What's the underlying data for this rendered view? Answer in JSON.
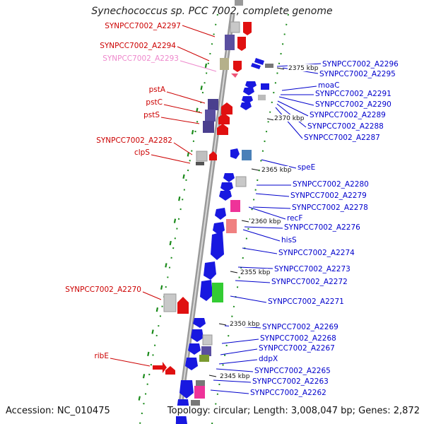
{
  "title": "Synechococcus sp. PCC 7002, complete genome",
  "accession": "Accession: NC_010475",
  "summary": "Topology: circular; Length: 3,008,047 bp; Genes: 2,872",
  "colors": {
    "forward_label": "#cc0000",
    "reverse_label": "#0000cc",
    "faded_label": "#ee88cc",
    "backbone": "#9a9a9a",
    "tick": "#1a8a1a"
  },
  "position_ticks": [
    {
      "label": "2375 kbp",
      "kbp": 2375
    },
    {
      "label": "2370 kbp",
      "kbp": 2370
    },
    {
      "label": "2365 kbp",
      "kbp": 2365
    },
    {
      "label": "2360 kbp",
      "kbp": 2360
    },
    {
      "label": "2355 kbp",
      "kbp": 2355
    },
    {
      "label": "2350 kbp",
      "kbp": 2350
    },
    {
      "label": "2345 kbp",
      "kbp": 2345
    }
  ],
  "forward_labels": [
    {
      "text": "SYNPCC7002_A2297",
      "style": "forward"
    },
    {
      "text": "SYNPCC7002_A2294",
      "style": "forward"
    },
    {
      "text": "SYNPCC7002_A2293",
      "style": "faded"
    },
    {
      "text": "pstA",
      "style": "forward"
    },
    {
      "text": "pstC",
      "style": "forward"
    },
    {
      "text": "pstS",
      "style": "forward"
    },
    {
      "text": "SYNPCC7002_A2282",
      "style": "forward"
    },
    {
      "text": "clpS",
      "style": "forward"
    },
    {
      "text": "SYNPCC7002_A2270",
      "style": "forward"
    },
    {
      "text": "ribE",
      "style": "forward"
    }
  ],
  "reverse_labels": [
    {
      "text": "SYNPCC7002_A2296"
    },
    {
      "text": "SYNPCC7002_A2295"
    },
    {
      "text": "moaC"
    },
    {
      "text": "SYNPCC7002_A2291"
    },
    {
      "text": "SYNPCC7002_A2290"
    },
    {
      "text": "SYNPCC7002_A2289"
    },
    {
      "text": "SYNPCC7002_A2288"
    },
    {
      "text": "SYNPCC7002_A2287"
    },
    {
      "text": "speE"
    },
    {
      "text": "SYNPCC7002_A2280"
    },
    {
      "text": "SYNPCC7002_A2279"
    },
    {
      "text": "SYNPCC7002_A2278"
    },
    {
      "text": "recF"
    },
    {
      "text": "SYNPCC7002_A2276"
    },
    {
      "text": "hisS"
    },
    {
      "text": "SYNPCC7002_A2274"
    },
    {
      "text": "SYNPCC7002_A2273"
    },
    {
      "text": "SYNPCC7002_A2272"
    },
    {
      "text": "SYNPCC7002_A2271"
    },
    {
      "text": "SYNPCC7002_A2269"
    },
    {
      "text": "SYNPCC7002_A2268"
    },
    {
      "text": "SYNPCC7002_A2267"
    },
    {
      "text": "ddpX"
    },
    {
      "text": "SYNPCC7002_A2265"
    },
    {
      "text": "SYNPCC7002_A2263"
    },
    {
      "text": "SYNPCC7002_A2262"
    }
  ]
}
